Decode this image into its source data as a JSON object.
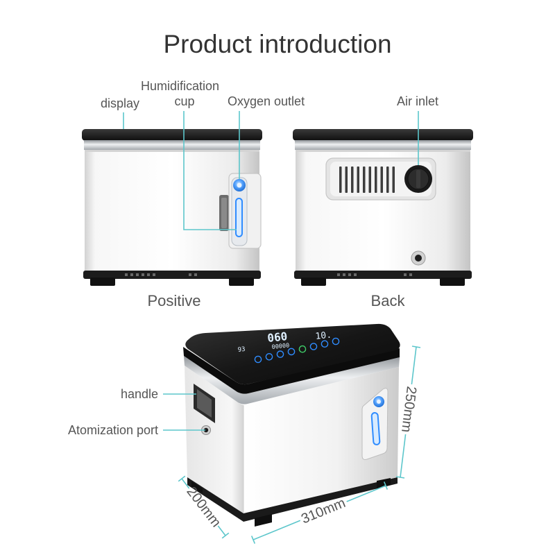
{
  "title": "Product introduction",
  "front_view": {
    "caption": "Positive",
    "labels": {
      "display": "display",
      "humidification_cup_line1": "Humidification",
      "humidification_cup_line2": "cup",
      "oxygen_outlet": "Oxygen outlet"
    }
  },
  "back_view": {
    "caption": "Back",
    "labels": {
      "air_inlet": "Air inlet"
    }
  },
  "perspective_view": {
    "labels": {
      "handle": "handle",
      "atomization_port": "Atomization port"
    },
    "dimensions": {
      "height": "250mm",
      "depth": "200mm",
      "width": "310mm"
    },
    "screen": {
      "main_readout": "060",
      "left_readout": "93",
      "counter": "00000",
      "right_readout": "10."
    }
  },
  "colors": {
    "leader_line": "#5cc6cb",
    "title_text": "#333333",
    "label_text": "#555555",
    "indicator_blue": "#2f8cff"
  },
  "icons": {
    "oxygen_outlet": "blue-ring-indicator-icon",
    "air_inlet": "round-knob-icon"
  }
}
